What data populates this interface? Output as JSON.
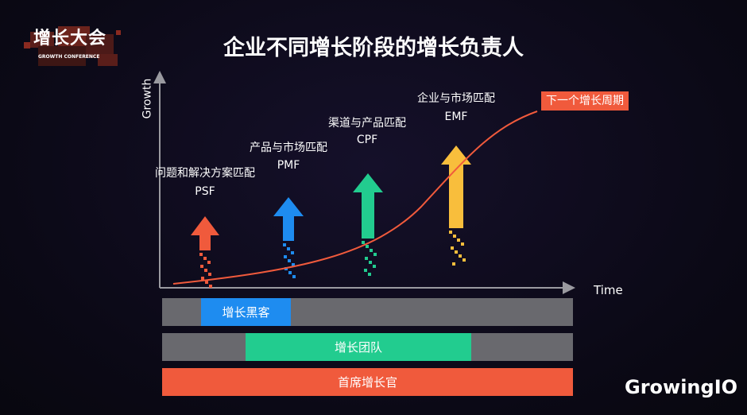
{
  "logo": {
    "title": "增长大会",
    "subtitle": "GROWTH CONFERENCE"
  },
  "title": "企业不同增长阶段的增长负责人",
  "axes": {
    "y": "Growth",
    "x": "Time"
  },
  "stages": [
    {
      "name": "问题和解决方案匹配",
      "abbr": "PSF",
      "color": "#f05a3c"
    },
    {
      "name": "产品与市场匹配",
      "abbr": "PMF",
      "color": "#1e8cf0"
    },
    {
      "name": "渠道与产品匹配",
      "abbr": "CPF",
      "color": "#22cc8f"
    },
    {
      "name": "企业与市场匹配",
      "abbr": "EMF",
      "color": "#f8be3c"
    }
  ],
  "next_cycle": "下一个增长周期",
  "roles": [
    {
      "label": "增长黑客",
      "color": "#1e8cf0"
    },
    {
      "label": "增长团队",
      "color": "#22cc8f"
    },
    {
      "label": "首席增长官",
      "color": "#f05a3c"
    }
  ],
  "brand": "GrowingIO"
}
